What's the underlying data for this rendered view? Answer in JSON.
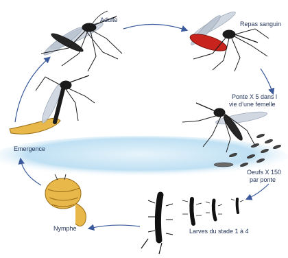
{
  "top_caption": "",
  "labels": {
    "adult": "Adulte",
    "blood_meal": "Repas sanguin",
    "laying_line1": "Ponte X 5 dans l",
    "laying_line2": "vie d’une femelle",
    "eggs_line1": "Oeufs X 150",
    "eggs_line2": "par ponte",
    "larvae": "Larves du stade 1 à 4",
    "pupa": "Nymphe",
    "emergence": "Emergence"
  },
  "colors": {
    "arrow": "#3a5a9c",
    "label": "#1e2f55",
    "water": "#cfe8f6",
    "blood": "#c8231c",
    "pupa": "#e8b84a",
    "mosquito": "#1b1b1b"
  }
}
